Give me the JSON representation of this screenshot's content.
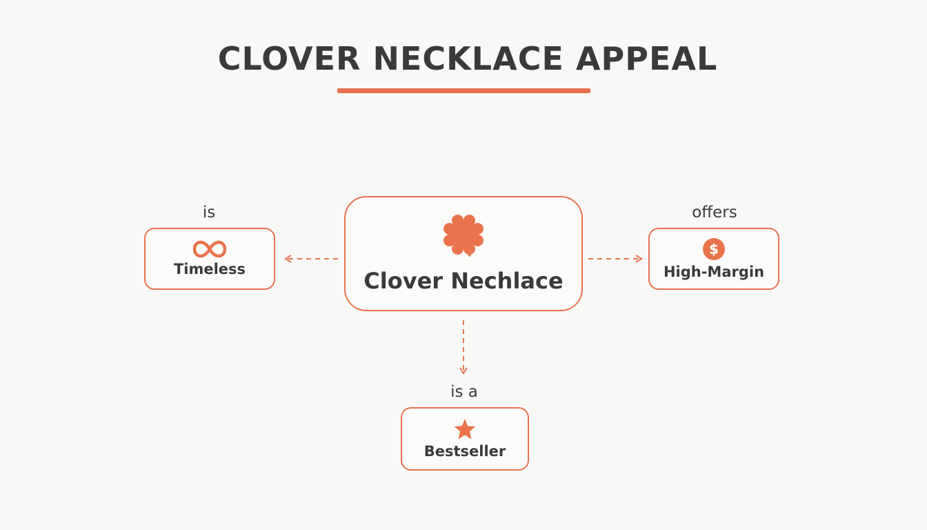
{
  "title": "CLOVER NECKLACE APPEAL",
  "accent_color": "#e8734c",
  "center": {
    "label": "Clover Nechlace",
    "icon": "four-leaf-clover-icon"
  },
  "nodes": {
    "left": {
      "label": "Timeless",
      "edge_label": "is",
      "icon": "infinity-icon"
    },
    "right": {
      "label": "High-Margin",
      "edge_label": "offers",
      "icon": "dollar-coin-icon"
    },
    "bottom": {
      "label": "Bestseller",
      "edge_label": "is a",
      "icon": "star-icon"
    }
  }
}
